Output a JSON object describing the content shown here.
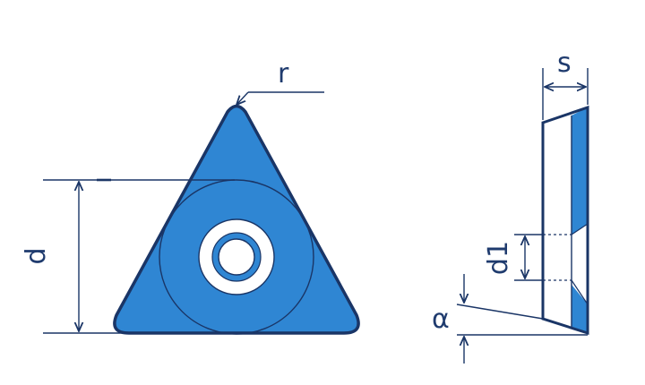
{
  "labels": {
    "radius": "r",
    "inscribed_diameter": "d",
    "thickness": "s",
    "hole_diameter": "d1",
    "clearance_angle": "α"
  },
  "colors": {
    "insert_fill": "#2f86d3",
    "outline": "#1a3566",
    "label": "#1f3b6e",
    "white": "#ffffff"
  }
}
